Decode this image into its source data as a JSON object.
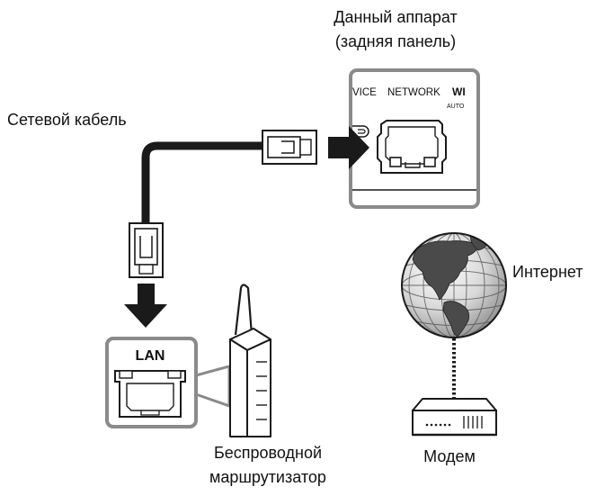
{
  "device": {
    "title_line1": "Данный аппарат",
    "title_line2": "(задняя панель)"
  },
  "panel": {
    "label_device": "VICE",
    "label_network": "NETWORK",
    "label_wi": "WI",
    "label_auto": "AUTO"
  },
  "cable": {
    "label": "Сетевой кабель"
  },
  "lan": {
    "label": "LAN"
  },
  "router": {
    "label_line1": "Беспроводной",
    "label_line2": "маршрутизатор"
  },
  "internet": {
    "label": "Интернет"
  },
  "modem": {
    "label": "Модем"
  },
  "colors": {
    "line": "#1a1a1a",
    "frame": "#8a8a8a",
    "globe_light": "#e6e6e6",
    "globe_dark": "#444444"
  }
}
